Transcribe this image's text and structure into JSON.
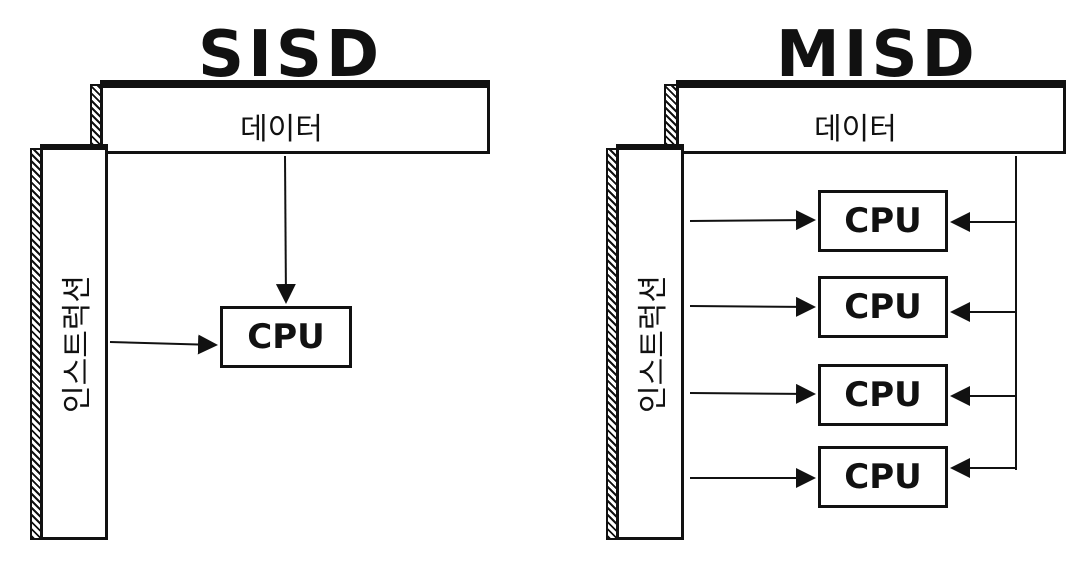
{
  "diagrams": [
    {
      "title": "SISD",
      "data_label": "데이터",
      "instruction_label": "인스트럭션",
      "cpus": [
        "CPU"
      ]
    },
    {
      "title": "MISD",
      "data_label": "데이터",
      "instruction_label": "인스트럭션",
      "cpus": [
        "CPU",
        "CPU",
        "CPU",
        "CPU"
      ]
    }
  ]
}
